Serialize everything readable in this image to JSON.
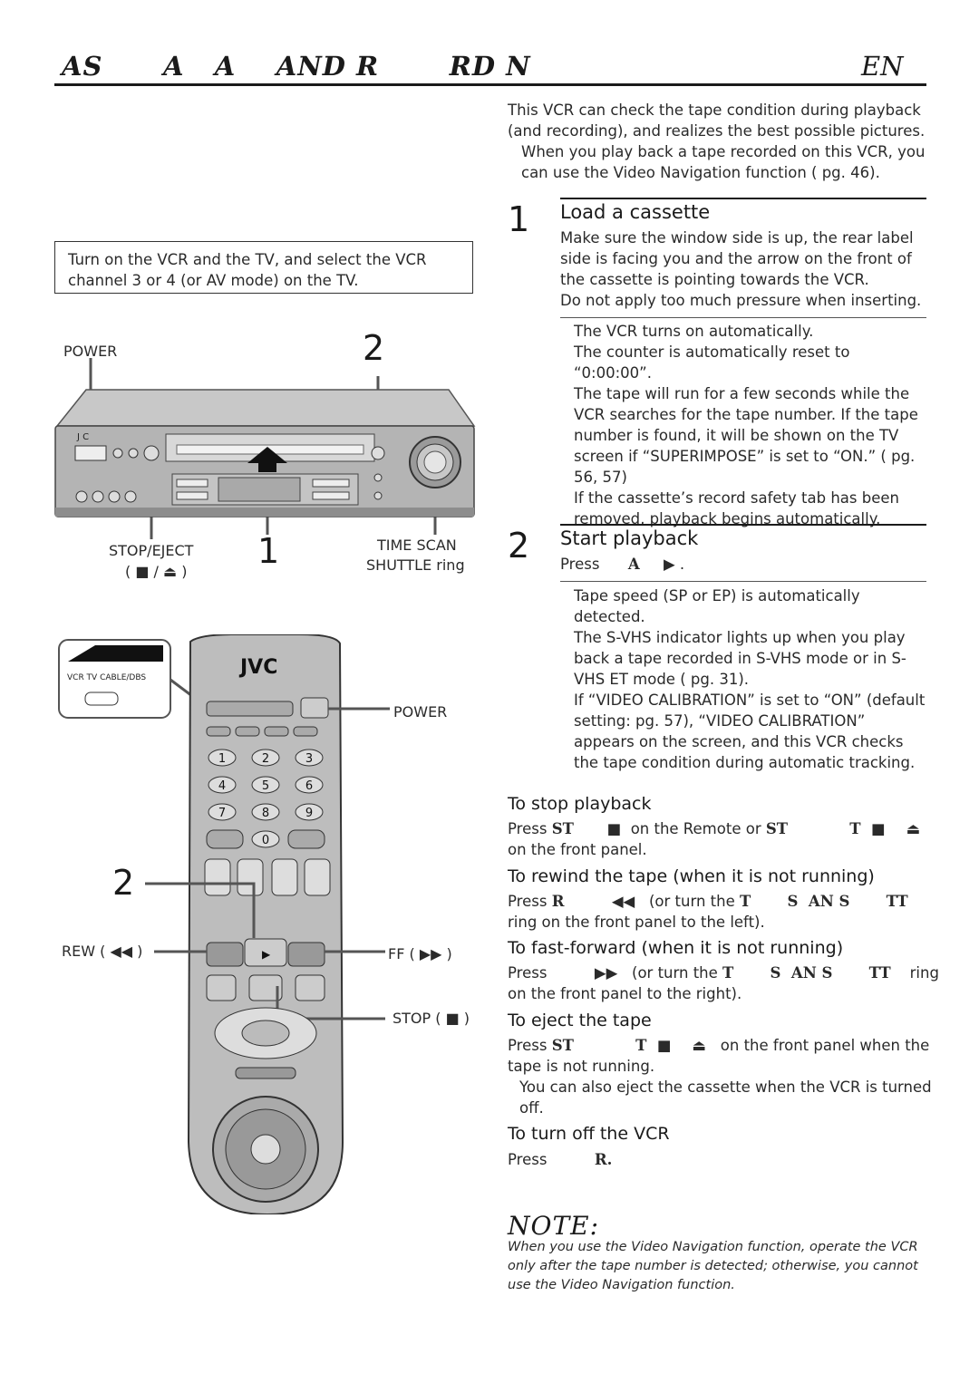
{
  "header": {
    "title": "AS      A   A    AND R       RD N",
    "lang": "EN"
  },
  "intro": {
    "line1": "This VCR can check the tape condition during playback (and recording), and realizes the best possible pictures.",
    "bullet": "When you play back a tape recorded on this VCR, you can use the Video Navigation function (     pg. 46)."
  },
  "box_note": "Turn on the VCR and the TV, and select the VCR channel 3 or 4 (or AV mode) on the TV.",
  "diagram": {
    "power_label": "POWER",
    "num2_top": "2",
    "num1": "1",
    "stop_eject_label": "STOP/EJECT",
    "stop_eject_symbols": "( ■ / ⏏ )",
    "time_scan_label": "TIME SCAN",
    "shuttle_label": "SHUTTLE ring",
    "remote_brand": "JVC",
    "switch_label": "VCR   TV CABLE/DBS",
    "remote_power_label": "POWER",
    "num2_remote": "2",
    "rew_label": "REW ( ◀◀ )",
    "ff_label": "FF ( ▶▶ )",
    "stop_label": "STOP ( ■ )",
    "keypad": [
      "1",
      "2",
      "3",
      "4",
      "5",
      "6",
      "7",
      "8",
      "9",
      "0"
    ]
  },
  "step1": {
    "num": "1",
    "title": "Load a cassette",
    "text": "Make sure the window side is up, the rear label side is facing you and the arrow on the front of the cassette is pointing towards the VCR.",
    "text2": "Do not apply too much pressure when inserting.",
    "notes": [
      "The VCR turns on automatically.",
      "The counter is automatically reset to “0:00:00”.",
      "The tape will run for a few seconds while the VCR searches for the tape number. If the tape number is found, it will be shown on the TV screen if “SUPERIMPOSE” is set to “ON.” (     pg. 56, 57)",
      "If the cassette’s record safety tab has been removed, playback begins automatically."
    ]
  },
  "step2": {
    "num": "2",
    "title": "Start playback",
    "press": "Press",
    "key": "A",
    "key_symbol": "▶ .",
    "notes": [
      "Tape speed (SP or EP) is automatically detected.",
      "The S-VHS indicator lights up when you play back a tape recorded in S-VHS mode or in S-VHS ET mode (     pg. 31).",
      "If “VIDEO CALIBRATION” is set to “ON” (default setting:      pg. 57), “VIDEO CALIBRATION” appears on the screen, and this VCR checks the tape condition during automatic tracking."
    ]
  },
  "subsections": {
    "stop": {
      "title": "To stop playback",
      "line1_a": "Press",
      "line1_key": "ST",
      "line1_b": "■  on the Remote or",
      "line1_key2": "ST",
      "line1_key3": "T  ■    ⏏",
      "line2": "on the front panel."
    },
    "rewind": {
      "title": "To rewind the tape (when it is not running)",
      "line1_a": "Press",
      "line1_key": "R",
      "line1_b": "◀◀   (or turn the",
      "line1_key2": "T       S  AN S       TT",
      "line2": "ring on the front panel to the left)."
    },
    "ff": {
      "title": "To fast-forward (when it is not running)",
      "line1_a": "Press",
      "line1_b": "▶▶   (or turn the",
      "line1_key2": "T       S  AN S       TT",
      "line1_c": "ring",
      "line2": "on the front panel to the right)."
    },
    "eject": {
      "title": "To eject the tape",
      "line1_a": "Press",
      "line1_key": "ST",
      "line1_key2": "T  ■    ⏏",
      "line1_b": "on the front panel when the",
      "line2": "tape is not running.",
      "bullet": "You can also eject the cassette when the VCR is turned off."
    },
    "off": {
      "title": "To turn off the VCR",
      "line1_a": "Press",
      "line1_key": "R."
    }
  },
  "note": {
    "heading": "NOTE:",
    "text": "When you use the Video Navigation function, operate the VCR only after the tape number is detected; otherwise, you cannot use the Video Navigation function."
  }
}
